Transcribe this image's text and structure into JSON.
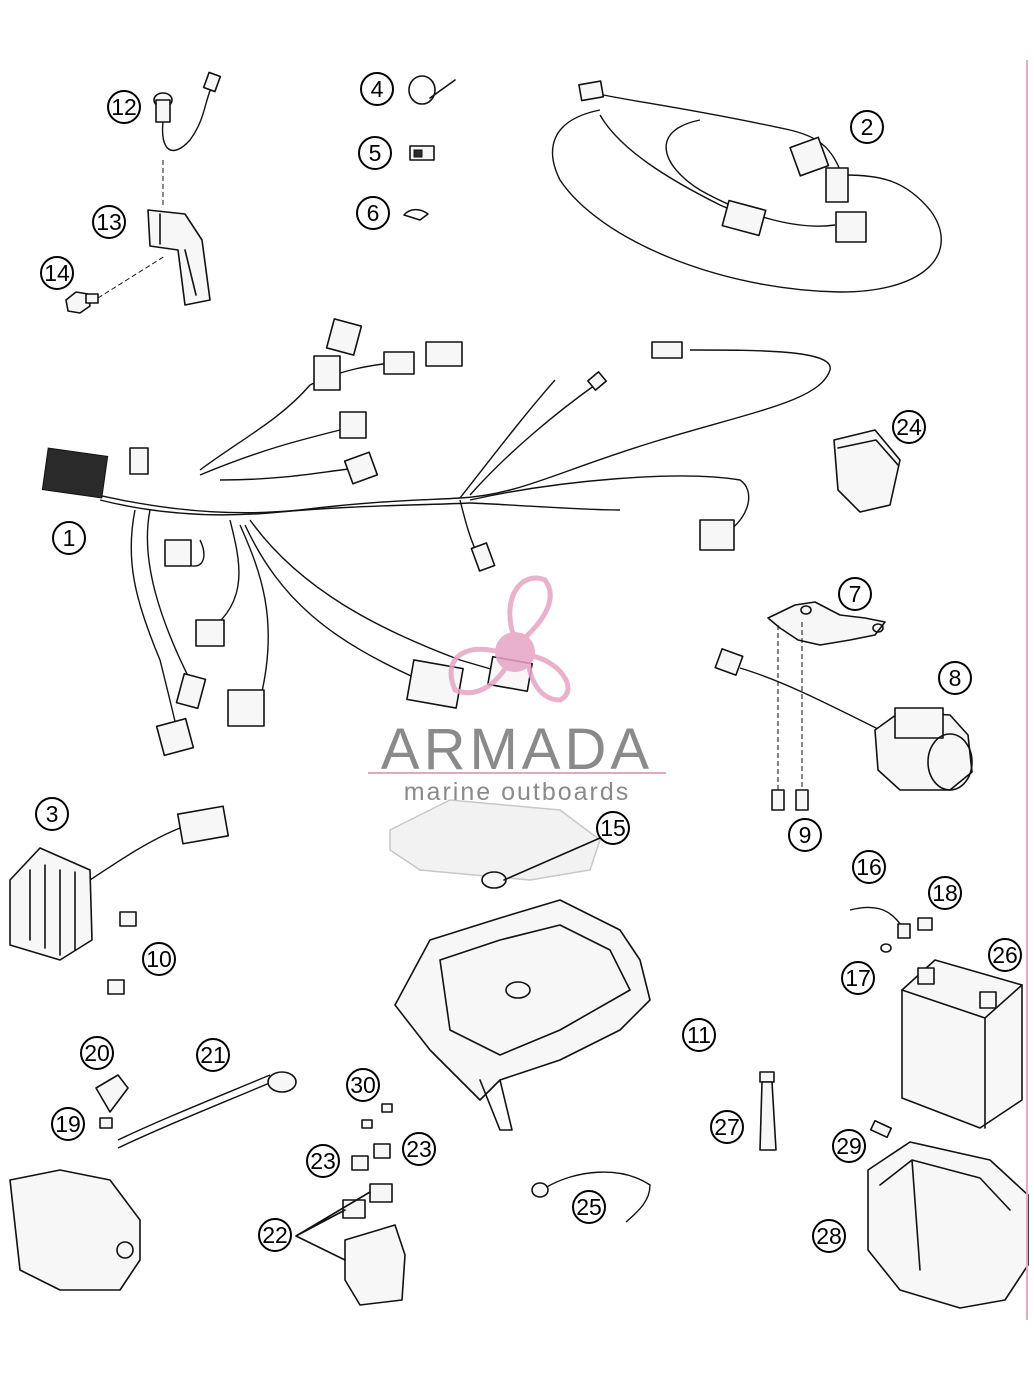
{
  "callouts": [
    {
      "id": "c1",
      "label": "1"
    },
    {
      "id": "c2",
      "label": "2"
    },
    {
      "id": "c3",
      "label": "3"
    },
    {
      "id": "c4",
      "label": "4"
    },
    {
      "id": "c5",
      "label": "5"
    },
    {
      "id": "c6",
      "label": "6"
    },
    {
      "id": "c7",
      "label": "7"
    },
    {
      "id": "c8",
      "label": "8"
    },
    {
      "id": "c9",
      "label": "9"
    },
    {
      "id": "c10",
      "label": "10"
    },
    {
      "id": "c11",
      "label": "11"
    },
    {
      "id": "c12",
      "label": "12"
    },
    {
      "id": "c13",
      "label": "13"
    },
    {
      "id": "c14",
      "label": "14"
    },
    {
      "id": "c15",
      "label": "15"
    },
    {
      "id": "c16",
      "label": "16"
    },
    {
      "id": "c17",
      "label": "17"
    },
    {
      "id": "c18",
      "label": "18"
    },
    {
      "id": "c19",
      "label": "19"
    },
    {
      "id": "c20",
      "label": "20"
    },
    {
      "id": "c21",
      "label": "21"
    },
    {
      "id": "c22",
      "label": "22"
    },
    {
      "id": "c23a",
      "label": "23"
    },
    {
      "id": "c23b",
      "label": "23"
    },
    {
      "id": "c24",
      "label": "24"
    },
    {
      "id": "c25",
      "label": "25"
    },
    {
      "id": "c26",
      "label": "26"
    },
    {
      "id": "c27",
      "label": "27"
    },
    {
      "id": "c28",
      "label": "28"
    },
    {
      "id": "c29",
      "label": "29"
    },
    {
      "id": "c30",
      "label": "30"
    }
  ],
  "watermark": {
    "title": "ARMADA",
    "subtitle": "marine outboards",
    "accent_color": "#e7a4c4",
    "text_color": "#8a8a8a",
    "icon": "propeller-logo-icon"
  }
}
